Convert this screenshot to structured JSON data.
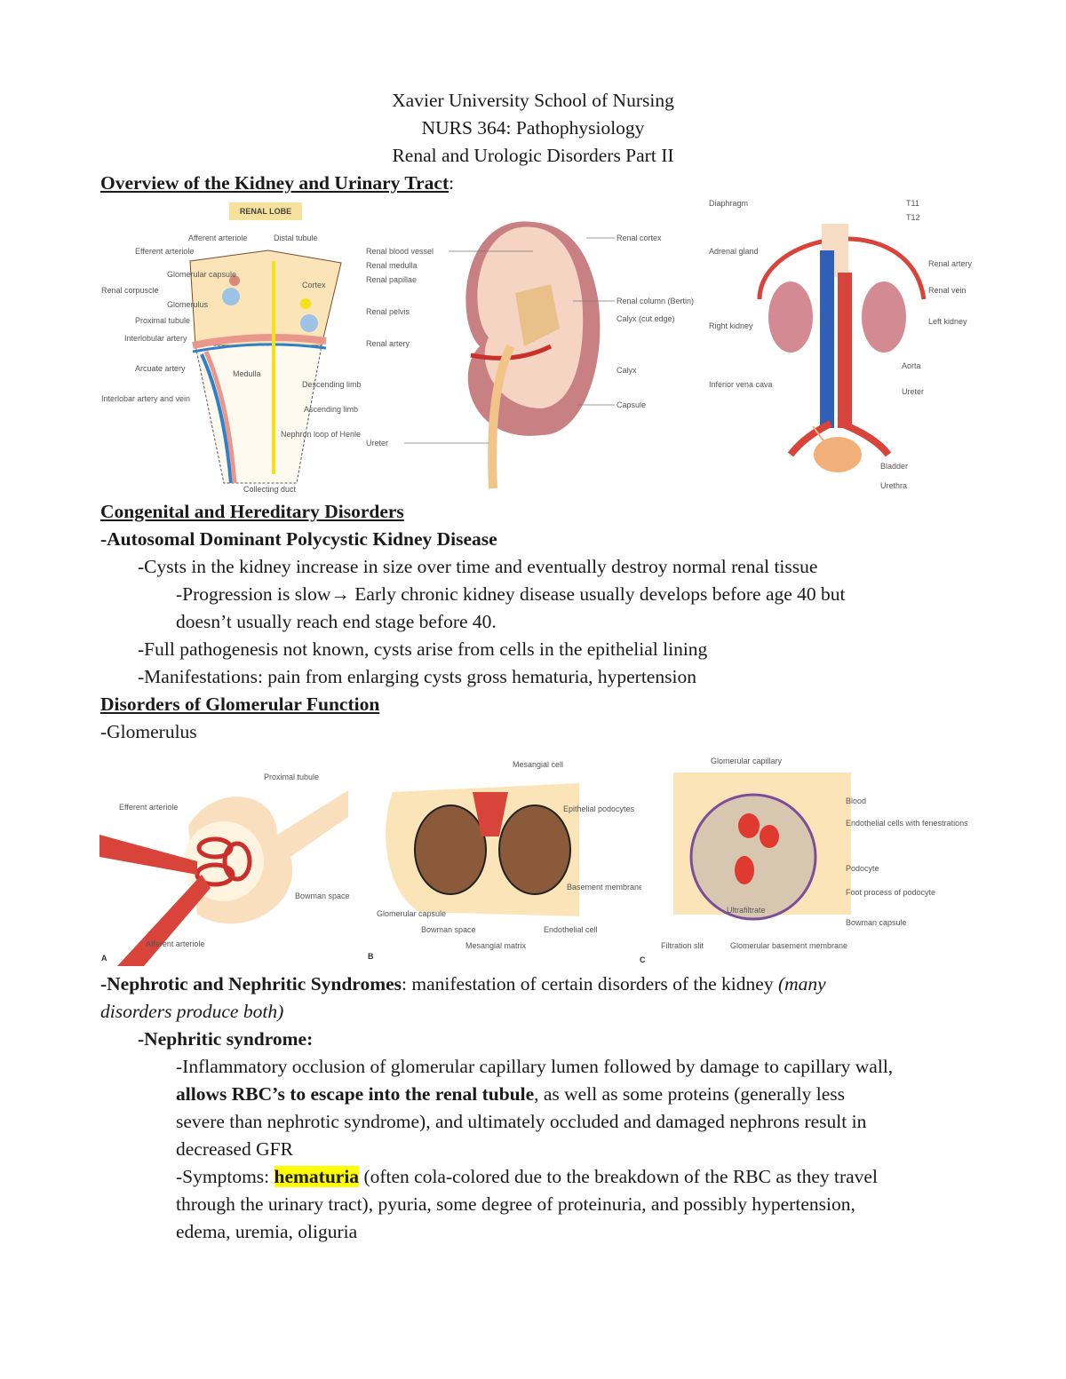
{
  "header": {
    "line1": "Xavier University School of Nursing",
    "line2": "NURS 364: Pathophysiology",
    "line3": "Renal and Urologic Disorders Part II"
  },
  "overview": {
    "heading": "Overview of the Kidney and Urinary Tract",
    "colon": ":",
    "fig1": {
      "title": "RENAL LOBE",
      "labels": [
        "Afferent arteriole",
        "Distal tubule",
        "Efferent arteriole",
        "Renal corpuscle",
        "Glomerular capsule",
        "Glomerulus",
        "Cortex",
        "Proximal tubule",
        "Interlobular artery",
        "Arcuate artery",
        "Medulla",
        "Interlobar artery and vein",
        "Descending limb",
        "Ascending limb",
        "Nephron loop of Henle",
        "Collecting duct"
      ]
    },
    "fig2": {
      "labels": [
        "Renal blood vessel",
        "Renal medulla",
        "Renal papillae",
        "Renal pelvis",
        "Renal artery",
        "Ureter",
        "Renal cortex",
        "Renal column (Bertin)",
        "Calyx (cut edge)",
        "Calyx",
        "Capsule"
      ]
    },
    "fig3": {
      "labels": [
        "Diaphragm",
        "T11",
        "T12",
        "Adrenal gland",
        "Renal artery",
        "Renal vein",
        "Right kidney",
        "Left kidney",
        "Aorta",
        "Inferior vena cava",
        "Ureter",
        "Bladder",
        "Urethra"
      ]
    }
  },
  "congenital": {
    "heading": "Congenital and Hereditary Disorders",
    "sub": "-Autosomal Dominant Polycystic Kidney Disease",
    "l1": "-Cysts in the kidney increase in size over time and eventually destroy normal renal tissue",
    "l2a": "-Progression is slow",
    "arrow": "→",
    "l2b": " Early chronic kidney disease usually develops before age 40 but",
    "l2c": "doesn’t usually reach end stage before 40.",
    "l3": "-Full pathogenesis not known, cysts arise from cells in the epithelial lining",
    "l4": "-Manifestations: pain from enlarging cysts gross hematuria, hypertension"
  },
  "glomerular": {
    "heading": "Disorders of Glomerular Function",
    "sub": "-Glomerulus",
    "figA": {
      "letter": "A",
      "labels": [
        "Efferent arteriole",
        "Proximal tubule",
        "Bowman space",
        "Afferent arteriole"
      ]
    },
    "figB": {
      "letter": "B",
      "labels": [
        "Mesangial cell",
        "Epithelial podocytes",
        "Basement membrane",
        "Glomerular capsule",
        "Bowman space",
        "Mesangial matrix",
        "Endothelial cell"
      ]
    },
    "figC": {
      "letter": "C",
      "labels": [
        "Glomerular capillary",
        "Blood",
        "Endothelial cells with fenestrations",
        "Podocyte",
        "Foot process of podocyte",
        "Bowman capsule",
        "Ultrafiltrate",
        "Filtration slit",
        "Glomerular basement membrane"
      ]
    }
  },
  "syndromes": {
    "lead": "-Nephrotic and Nephritic Syndromes",
    "rest": ": manifestation of certain disorders of the kidney ",
    "ital1": "(many",
    "ital2": "disorders produce both)",
    "nephritic": "-Nephritic syndrome:",
    "p1a": "-Inflammatory occlusion of glomerular capillary lumen followed by damage to capillary wall,",
    "p1b_bold": "allows RBC’s to escape into the renal tubule",
    "p1b": ", as well as some proteins (generally less",
    "p1c": "severe than nephrotic syndrome), and ultimately occluded and damaged nephrons result in",
    "p1d": "decreased GFR",
    "p2a": "-Symptoms: ",
    "p2hl": "hematuria",
    "p2b": " (often cola-colored due to the breakdown of the RBC as they travel",
    "p2c": "through the urinary tract), pyuria, some degree of proteinuria, and possibly hypertension,",
    "p2d": "edema, uremia, oliguria"
  },
  "colors": {
    "highlight": "#ffff00",
    "artery": "#d9443a",
    "vein": "#2f5fb8",
    "kidney": "#c9666a"
  }
}
